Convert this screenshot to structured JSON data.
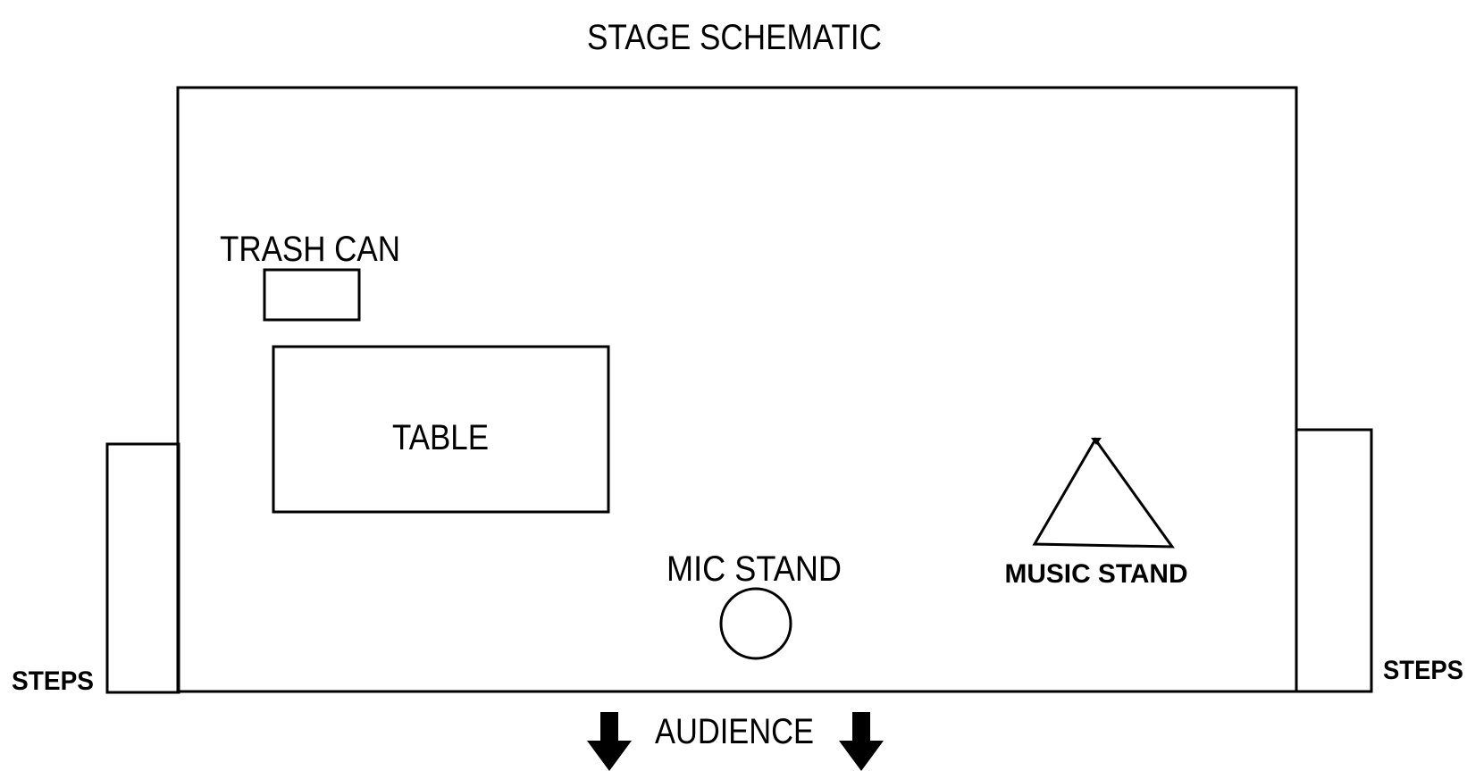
{
  "title": "STAGE SCHEMATIC",
  "labels": {
    "trash_can": "TRASH CAN",
    "table": "TABLE",
    "mic_stand": "MIC STAND",
    "music_stand": "MUSIC STAND",
    "steps_left": "STEPS",
    "steps_right": "STEPS",
    "audience": "AUDIENCE"
  },
  "colors": {
    "line": "#000000",
    "background": "#ffffff"
  },
  "icons": {
    "audience_arrows": "arrow-down-icon"
  }
}
